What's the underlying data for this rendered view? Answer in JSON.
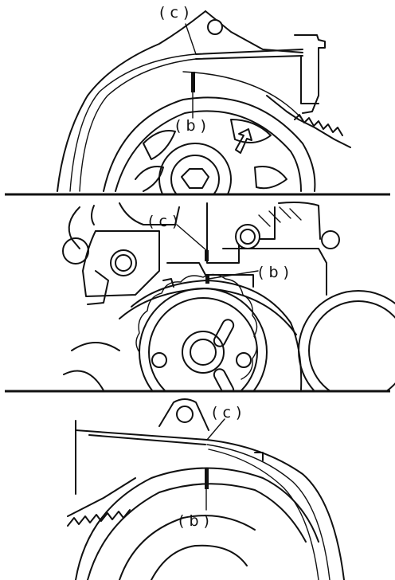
{
  "panels": [
    {
      "id": "top",
      "label_c": "( c )",
      "label_b": "( b )"
    },
    {
      "id": "middle",
      "label_c": "( c )",
      "label_b": "( b )"
    },
    {
      "id": "bottom",
      "label_c": "( c )",
      "label_b": "( b )"
    }
  ]
}
